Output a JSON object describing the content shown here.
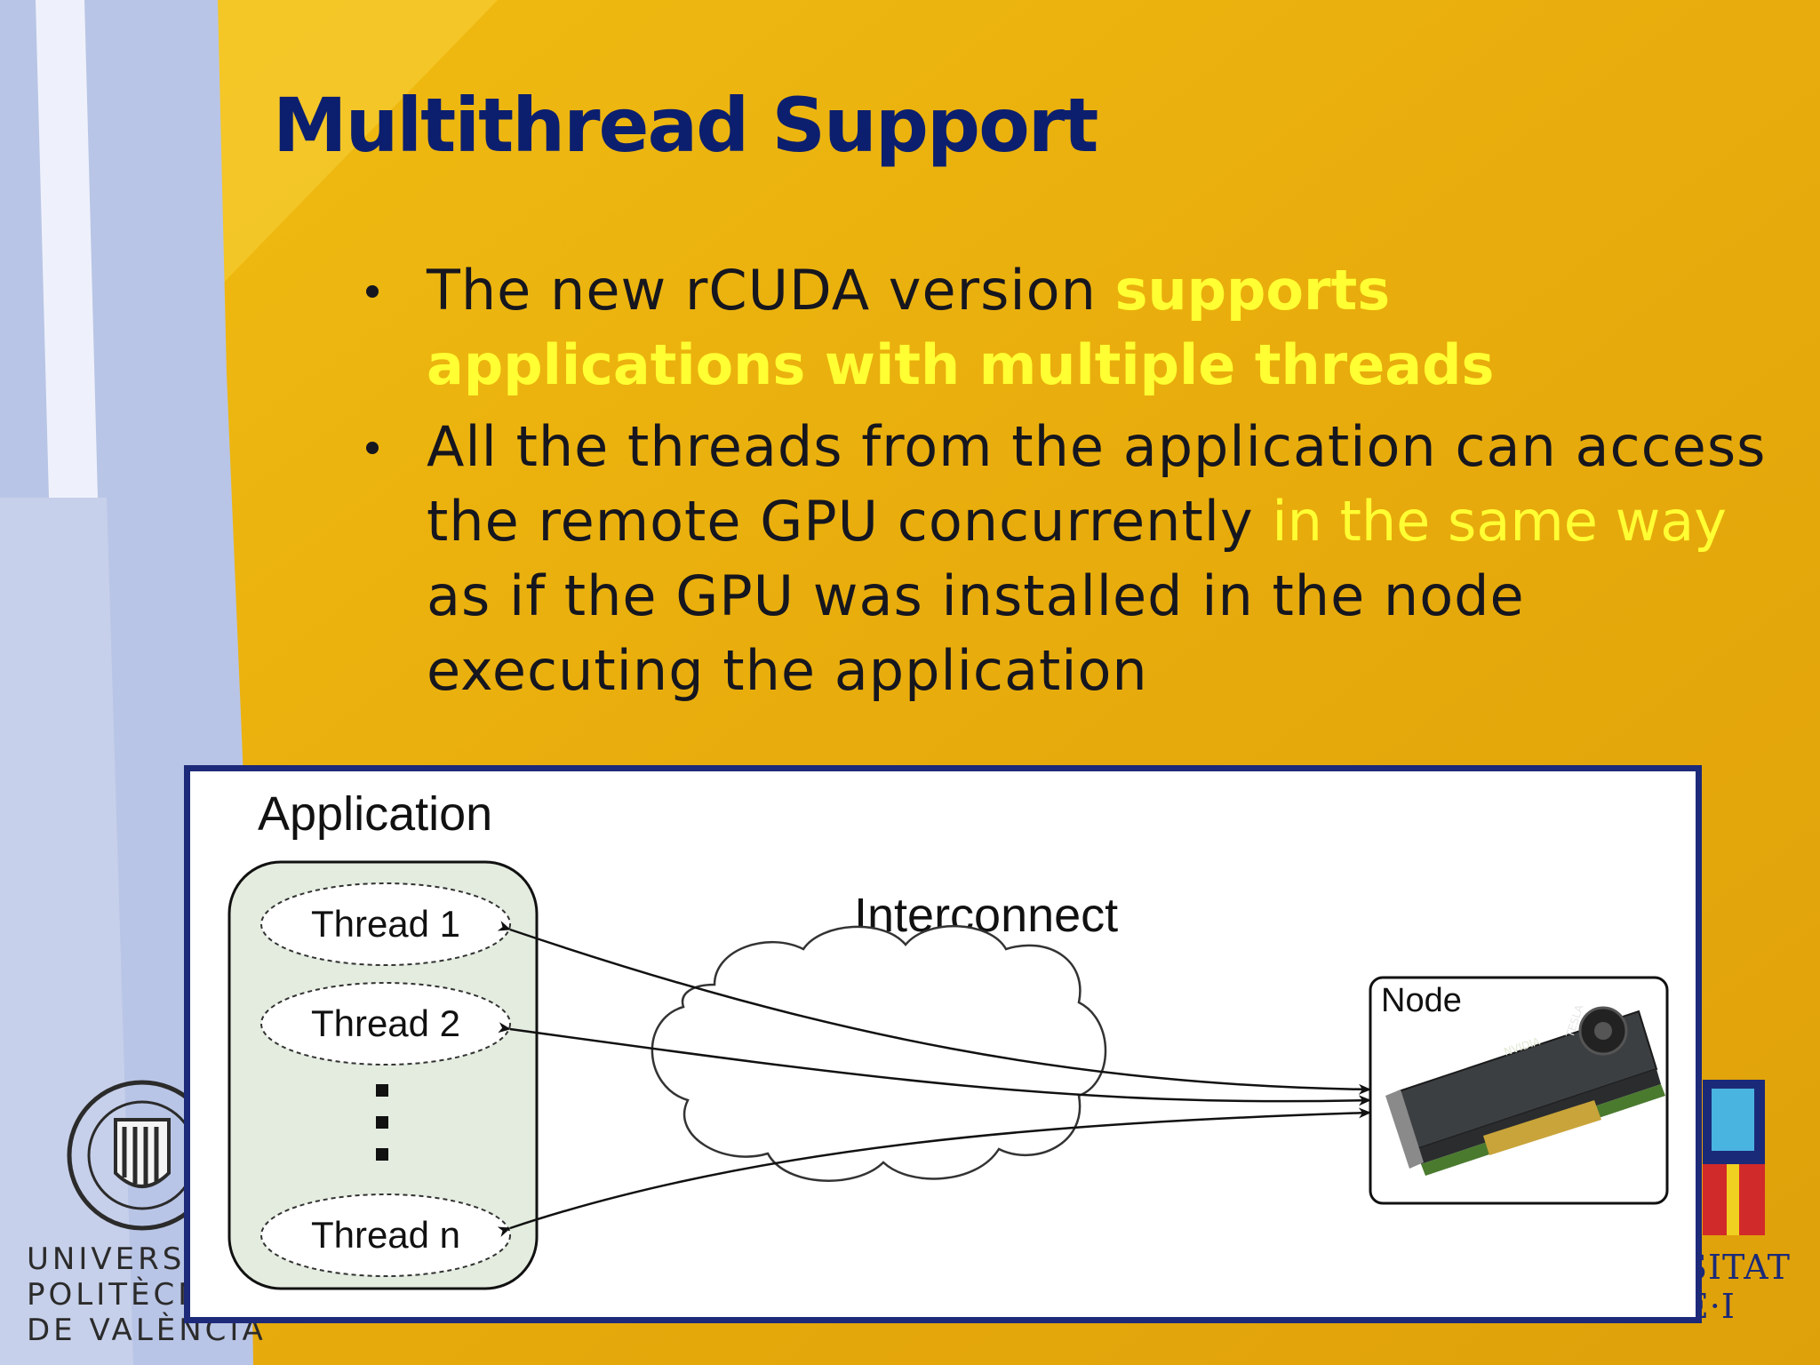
{
  "slide": {
    "title": "Multithread Support",
    "bullets": [
      {
        "runs": [
          {
            "text": "The new rCUDA version ",
            "highlight": false
          },
          {
            "text": "supports applications with multiple threads",
            "highlight": true
          }
        ]
      },
      {
        "runs": [
          {
            "text": "All the threads from the application can access the remote GPU concurrently ",
            "highlight": false
          },
          {
            "text": "in the same way",
            "highlight": true
          },
          {
            "text": " as if the GPU was installed in the node executing the application",
            "highlight": false
          }
        ]
      }
    ]
  },
  "diagram": {
    "application_label": "Application",
    "threads": [
      "Thread 1",
      "Thread 2",
      "Thread n"
    ],
    "ellipsis_icon": "vertical-dots",
    "interconnect_label": "Interconnect",
    "node_label": "Node",
    "gpu_card": {
      "brand_text": "NVIDIA",
      "model_text": "TESLA"
    }
  },
  "logos": {
    "left": {
      "lines": [
        "UNIVERS",
        "POLITÈCN",
        "DE VALÈNCIA"
      ]
    },
    "right": {
      "lines": [
        "SITAT",
        "E·I"
      ]
    }
  },
  "colors": {
    "background": "#e8ac0c",
    "title": "#0c1f6f",
    "highlight": "#ffff33",
    "frame": "#1d2a7a",
    "thread_fill": "#e3ecdf"
  }
}
